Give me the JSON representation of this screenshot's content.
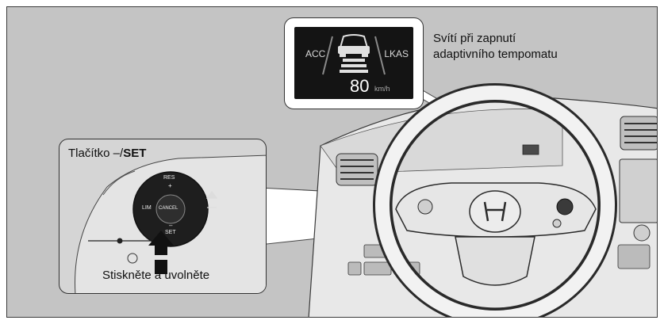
{
  "display": {
    "acc": "ACC",
    "lkas": "LKAS",
    "speed": "80",
    "unit": "km/h"
  },
  "caption": {
    "line1": "Svítí při zapnutí",
    "line2": "adaptivního tempomatu"
  },
  "button_label": {
    "prefix": "Tlačítko –/",
    "bold": "SET"
  },
  "press_label": "Stiskněte a uvolněte",
  "pad": {
    "res": "RES",
    "plus": "+",
    "lim": "LIM",
    "cancel": "CANCEL",
    "minus": "–",
    "set": "SET"
  },
  "colors": {
    "background": "#c4c4c4",
    "screen": "#141414"
  }
}
